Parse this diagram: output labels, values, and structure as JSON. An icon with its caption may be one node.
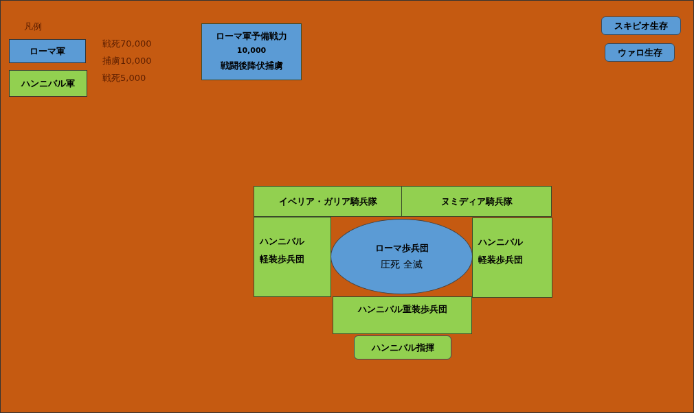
{
  "diagram": {
    "nodes": [
      {
        "text": [
          "ローマ軍予備戦力",
          "10,000",
          "戦闘後降伏捕虜"
        ]
      },
      {
        "text": [
          "スキピオ生存"
        ]
      },
      {
        "text": [
          "ウァロ生存"
        ]
      },
      {
        "text": [
          "イベリア・ガリア騎兵隊"
        ]
      },
      {
        "text": [
          "ヌミディア騎兵隊"
        ]
      },
      {
        "text": [
          "ハンニバル軽装歩兵団"
        ]
      },
      {
        "text": [
          "ローマ歩兵団",
          "圧死 全滅"
        ]
      },
      {
        "text": [
          "ハンニバル軽装歩兵団"
        ]
      },
      {
        "text": [
          "ハンニバル重装歩兵団"
        ]
      },
      {
        "text": [
          "ハンニバル指揮"
        ]
      }
    ],
    "labels": [
      "凡例",
      "戦死70,000",
      "捕虜10,000",
      "戦死5,000"
    ],
    "legend": [
      {
        "text": "ローマ軍",
        "color": "#5b9bd5"
      },
      {
        "text": "ハンニバル軍",
        "color": "#92d050"
      }
    ]
  }
}
